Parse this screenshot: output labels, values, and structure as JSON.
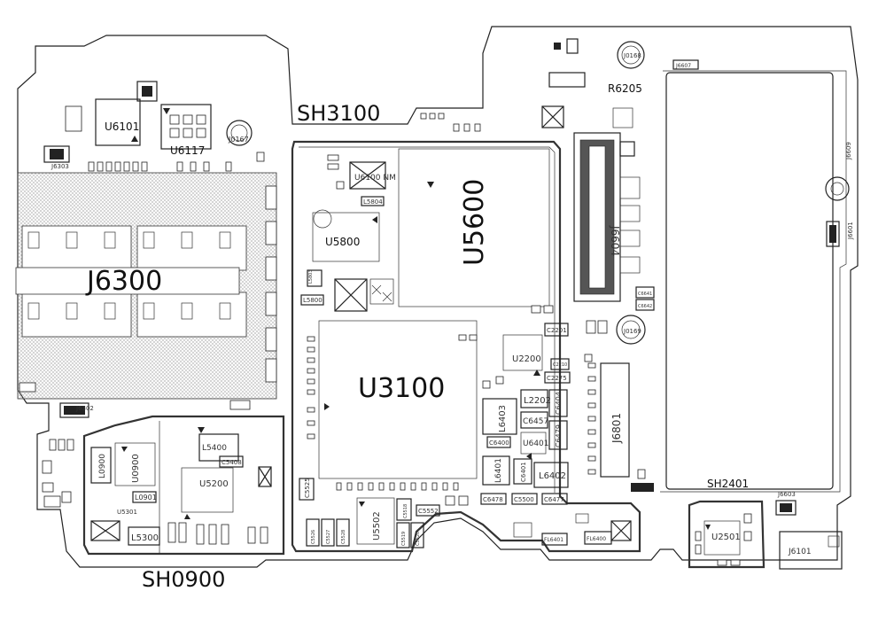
{
  "diagram": {
    "colors": {
      "line": "#222222",
      "hatch": "#bdbdbd",
      "background": "#ffffff",
      "fill_dark": "#222222"
    },
    "shield_labels": [
      "SH3100",
      "SH0900",
      "SH2401"
    ],
    "large_labels": [
      "J6300",
      "U3100",
      "U5600"
    ],
    "component_labels": [
      "U6101",
      "U6117",
      "J0167",
      "J6303",
      "J6302",
      "U6100 NM",
      "L5804",
      "U5800",
      "L5803",
      "L5800",
      "J0168",
      "J6607",
      "R6205",
      "J6609",
      "J6601",
      "J6604",
      "J0169",
      "C6642",
      "C6641",
      "J6801",
      "C2201",
      "U2200",
      "C2210",
      "C2275",
      "L2202",
      "C6404",
      "L6403",
      "C6457",
      "C6479",
      "C6400",
      "U6401",
      "L6401",
      "C6401",
      "L6402",
      "C6478",
      "C5500",
      "C6477",
      "U0900",
      "L0901",
      "L0900",
      "L5300",
      "U5301",
      "L5400",
      "C5408",
      "U5200",
      "C5525",
      "U5502",
      "C5526",
      "C5527",
      "C5528",
      "C5519",
      "C5520",
      "C5552",
      "C5518",
      "FL6401",
      "FL6400",
      "U2501",
      "J6603",
      "J6101"
    ]
  }
}
